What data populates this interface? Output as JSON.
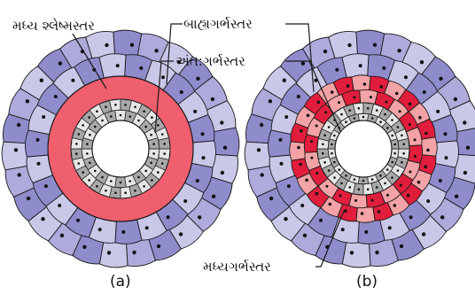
{
  "labels": {
    "mesoderm_a": "મધ્ય શ્લેષ્મસ્તર",
    "ectoderm": "બાહ્યગર્ભસ્તર",
    "endoderm": "અંત:ગર્ભસ્તર",
    "mesoderm_b": "મધ્યગર્ભસ્તર"
  },
  "captions": {
    "a": "(a)",
    "b": "(b)"
  },
  "colors": {
    "outer_cell_light": "#c9c8e8",
    "outer_cell_dark": "#8f8ccc",
    "outer_cell_mid": "#aeaadb",
    "mesoglea_band": "#ef5f6e",
    "meso_cell_red": "#e01e3c",
    "meso_cell_pink": "#f3a3a6",
    "inner_cell_light": "#e6e6e6",
    "inner_cell_dark": "#a8a8a8",
    "outline": "#1a1a1a"
  }
}
